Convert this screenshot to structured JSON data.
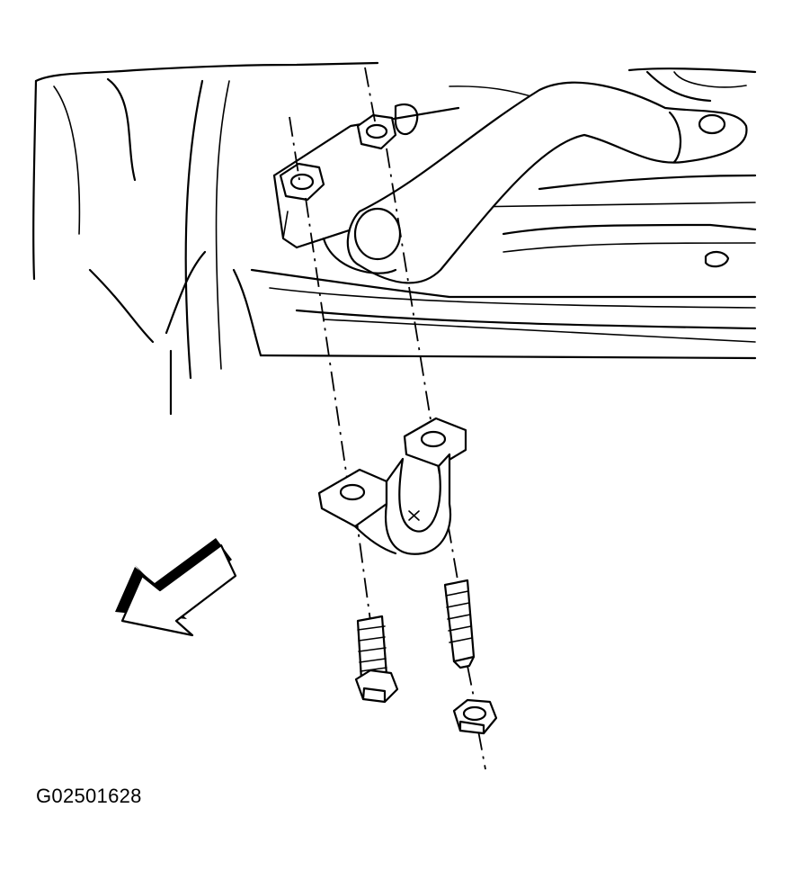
{
  "figure": {
    "caption": "G02501628",
    "parts": [
      "frame-bracket",
      "stabilizer-bar",
      "stabilizer-bushing",
      "bushing-clamp",
      "clamp-bolt",
      "clamp-nut",
      "stud",
      "direction-arrow"
    ]
  }
}
